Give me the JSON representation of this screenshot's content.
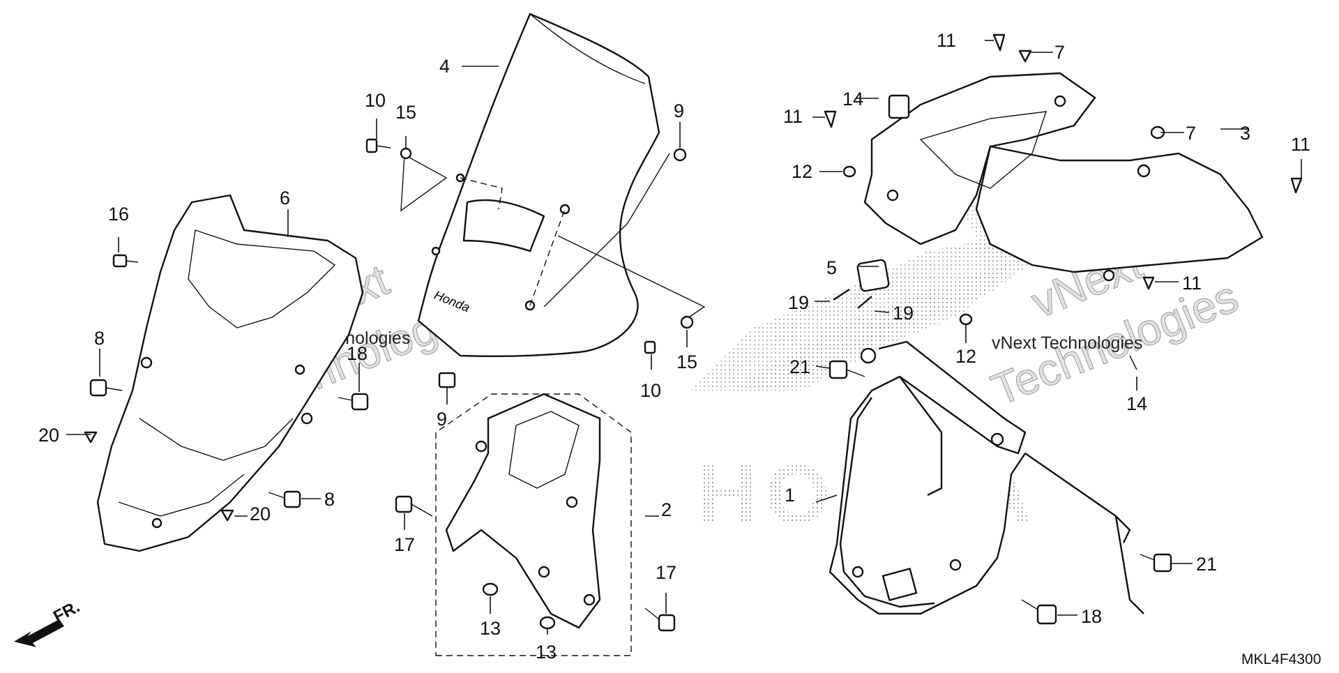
{
  "diagram_code": "MKL4F4300",
  "direction_label": "FR.",
  "watermark": {
    "line1": "vNext",
    "line2": "Technologies",
    "inline": "vNext Technologies",
    "brand": "HONDA"
  },
  "windscreen_print": "Honda",
  "callouts": [
    {
      "id": "c-1",
      "label": "1",
      "part": "stay-frame"
    },
    {
      "id": "c-2",
      "label": "2",
      "part": "lower-cover"
    },
    {
      "id": "c-3",
      "label": "3",
      "part": "inner-cover"
    },
    {
      "id": "c-4",
      "label": "4",
      "part": "windscreen"
    },
    {
      "id": "c-5",
      "label": "5",
      "part": "clip-grommet"
    },
    {
      "id": "c-6",
      "label": "6",
      "part": "front-cowl"
    },
    {
      "id": "c-7a",
      "label": "7",
      "part": "grommet"
    },
    {
      "id": "c-7b",
      "label": "7",
      "part": "grommet"
    },
    {
      "id": "c-8a",
      "label": "8",
      "part": "bolt"
    },
    {
      "id": "c-8b",
      "label": "8",
      "part": "bolt"
    },
    {
      "id": "c-9a",
      "label": "9",
      "part": "nut"
    },
    {
      "id": "c-9b",
      "label": "9",
      "part": "nut"
    },
    {
      "id": "c-10a",
      "label": "10",
      "part": "screw"
    },
    {
      "id": "c-10b",
      "label": "10",
      "part": "screw"
    },
    {
      "id": "c-11a",
      "label": "11",
      "part": "trim-clip"
    },
    {
      "id": "c-11b",
      "label": "11",
      "part": "trim-clip"
    },
    {
      "id": "c-11c",
      "label": "11",
      "part": "trim-clip"
    },
    {
      "id": "c-11d",
      "label": "11",
      "part": "trim-clip"
    },
    {
      "id": "c-12a",
      "label": "12",
      "part": "nut"
    },
    {
      "id": "c-12b",
      "label": "12",
      "part": "nut"
    },
    {
      "id": "c-13a",
      "label": "13",
      "part": "collar"
    },
    {
      "id": "c-13b",
      "label": "13",
      "part": "collar"
    },
    {
      "id": "c-14a",
      "label": "14",
      "part": "mount-rubber"
    },
    {
      "id": "c-14b",
      "label": "14",
      "part": "mount-rubber"
    },
    {
      "id": "c-15a",
      "label": "15",
      "part": "washer"
    },
    {
      "id": "c-15b",
      "label": "15",
      "part": "washer"
    },
    {
      "id": "c-16",
      "label": "16",
      "part": "bolt"
    },
    {
      "id": "c-17a",
      "label": "17",
      "part": "bolt"
    },
    {
      "id": "c-17b",
      "label": "17",
      "part": "bolt"
    },
    {
      "id": "c-18a",
      "label": "18",
      "part": "bolt"
    },
    {
      "id": "c-18b",
      "label": "18",
      "part": "bolt"
    },
    {
      "id": "c-19a",
      "label": "19",
      "part": "screw"
    },
    {
      "id": "c-19b",
      "label": "19",
      "part": "screw"
    },
    {
      "id": "c-20a",
      "label": "20",
      "part": "trim-clip"
    },
    {
      "id": "c-20b",
      "label": "20",
      "part": "trim-clip"
    },
    {
      "id": "c-21a",
      "label": "21",
      "part": "bolt"
    },
    {
      "id": "c-21b",
      "label": "21",
      "part": "bolt"
    }
  ]
}
